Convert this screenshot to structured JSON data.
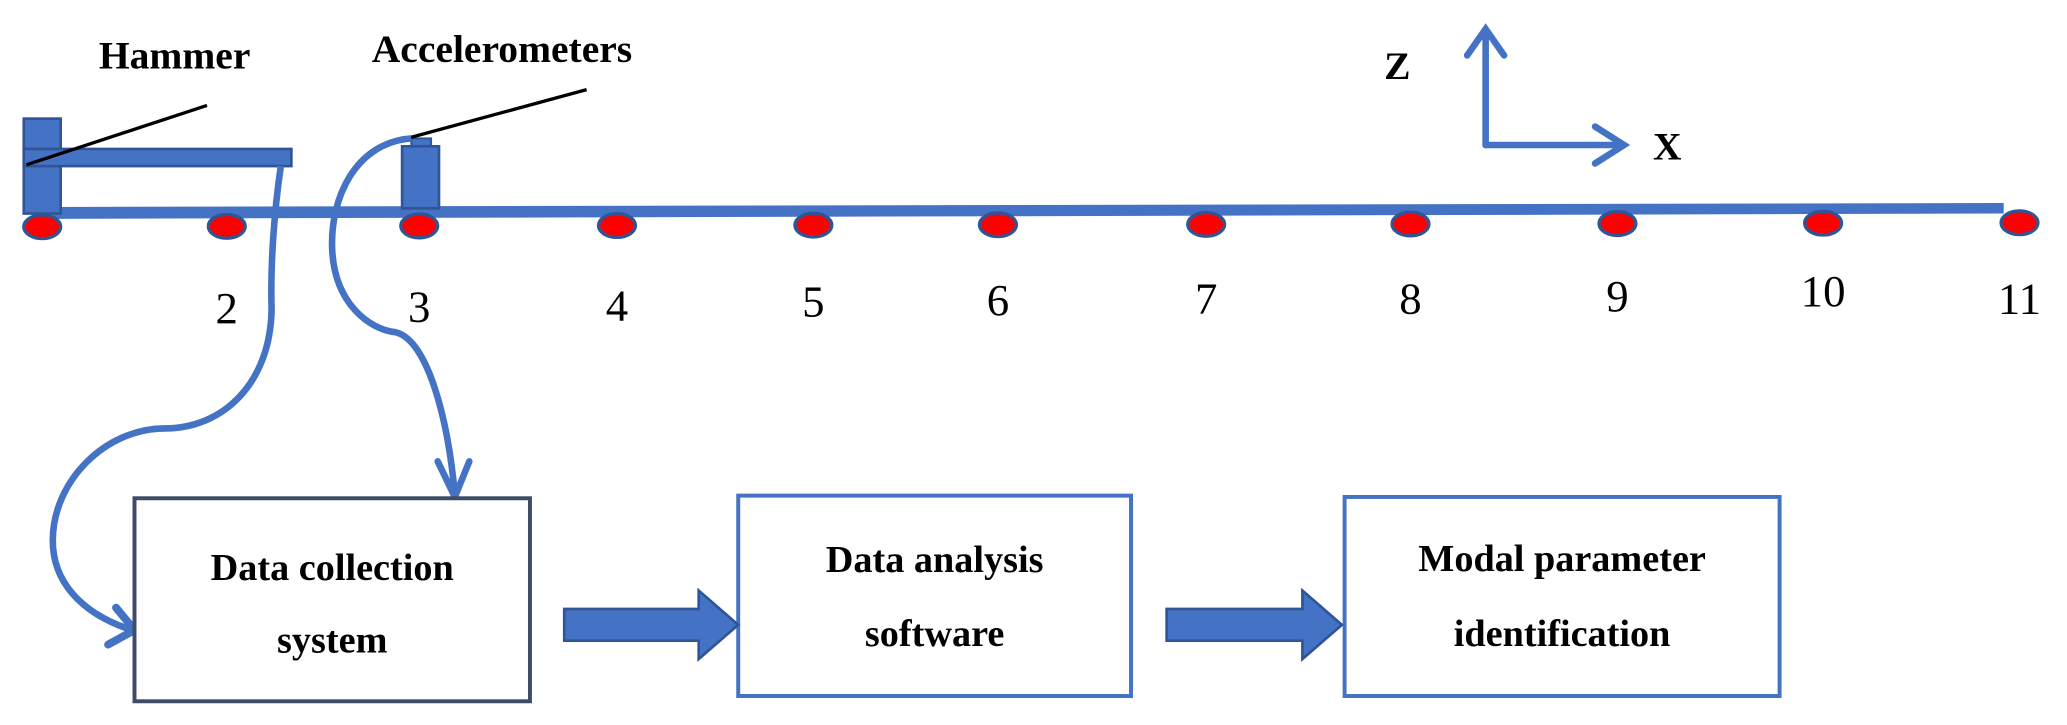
{
  "labels": {
    "hammer": "Hammer",
    "accelerometers": "Accelerometers",
    "axis_z": "Z",
    "axis_x": "X"
  },
  "points": [
    "2",
    "3",
    "4",
    "5",
    "6",
    "7",
    "8",
    "9",
    "10",
    "11"
  ],
  "boxes": {
    "collection": [
      "Data collection",
      "system"
    ],
    "analysis": [
      "Data analysis",
      "software"
    ],
    "modal": [
      "Modal parameter",
      "identification"
    ]
  },
  "colors": {
    "blue": "#4472c4",
    "red": "#ff0000",
    "dark_border": "#3e4c66"
  }
}
